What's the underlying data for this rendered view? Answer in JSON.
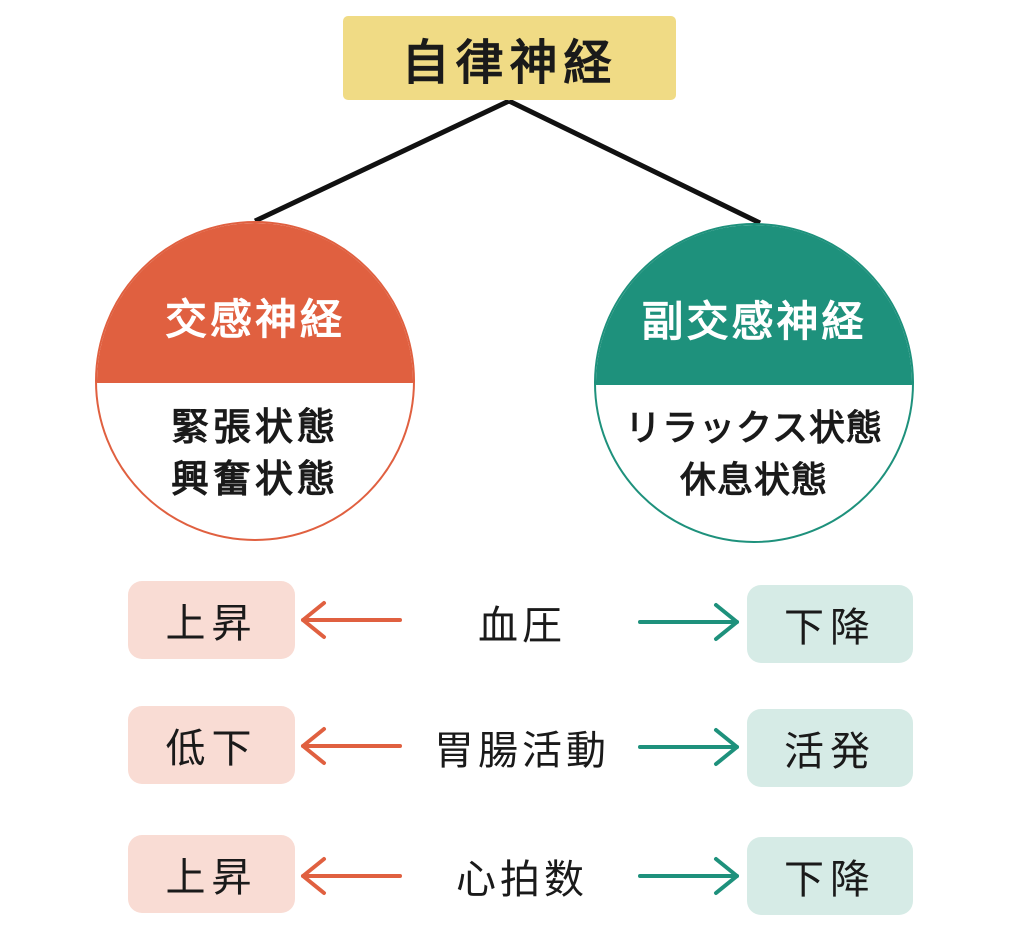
{
  "root": {
    "label": "自律神経"
  },
  "sympathetic": {
    "title": "交感神経",
    "states": [
      "緊張状態",
      "興奮状態"
    ],
    "color": "#e06040",
    "pill_color": "#f9dcd4"
  },
  "parasympathetic": {
    "title": "副交感神経",
    "states": [
      "リラックス状態",
      "休息状態"
    ],
    "color": "#1e917c",
    "pill_color": "#d6ebe6"
  },
  "rows": [
    {
      "label": "血圧",
      "sympathetic": "上昇",
      "parasympathetic": "下降"
    },
    {
      "label": "胃腸活動",
      "sympathetic": "低下",
      "parasympathetic": "活発"
    },
    {
      "label": "心拍数",
      "sympathetic": "上昇",
      "parasympathetic": "下降"
    }
  ],
  "icons": {
    "left_arrow": "arrow-left-icon",
    "right_arrow": "arrow-right-icon"
  }
}
